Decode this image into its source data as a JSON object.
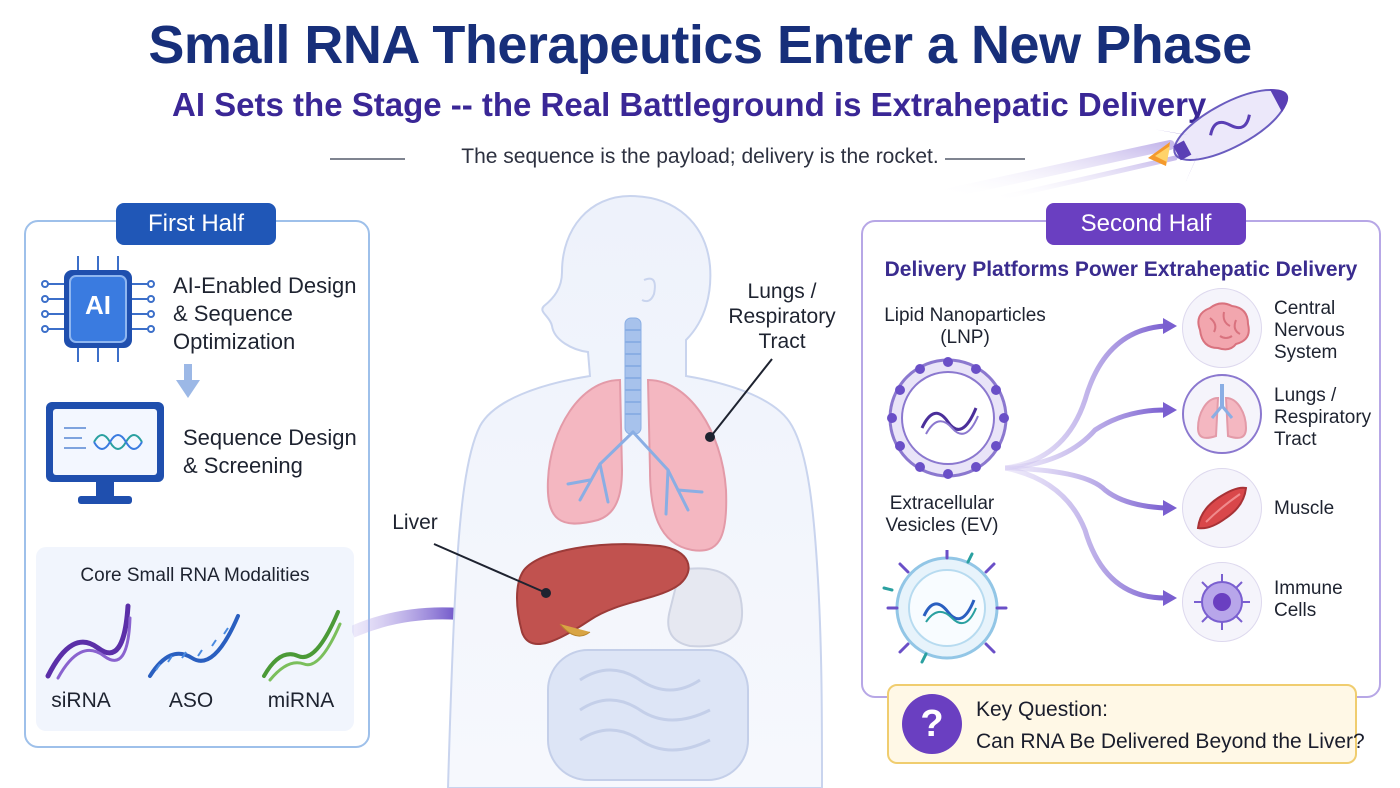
{
  "header": {
    "title": "Small RNA Therapeutics Enter a New Phase",
    "subtitle": "AI Sets the Stage -- the Real Battleground is Extrahepatic Delivery",
    "tagline": "The sequence is the payload; delivery is the rocket."
  },
  "first_half": {
    "badge": "First Half",
    "ai_chip_text": "AI",
    "steps": [
      {
        "label_lines": [
          "AI-Enabled Design",
          "& Sequence",
          "Optimization"
        ]
      },
      {
        "label_lines": [
          "Sequence Design",
          "& Screening"
        ]
      }
    ],
    "core": {
      "title": "Core Small RNA Modalities",
      "modalities": [
        "siRNA",
        "ASO",
        "miRNA"
      ]
    }
  },
  "center": {
    "lungs_label_lines": [
      "Lungs /",
      "Respiratory",
      "Tract"
    ],
    "liver_label": "Liver"
  },
  "second_half": {
    "badge": "Second Half",
    "title": "Delivery Platforms Power Extrahepatic Delivery",
    "platforms": [
      {
        "label_lines": [
          "Lipid Nanoparticles",
          "(LNP)"
        ]
      },
      {
        "label_lines": [
          "Extracellular",
          "Vesicles (EV)"
        ]
      }
    ],
    "targets": [
      {
        "label_lines": [
          "Central",
          "Nervous",
          "System"
        ],
        "icon": "brain-icon"
      },
      {
        "label_lines": [
          "Lungs /",
          "Respiratory",
          "Tract"
        ],
        "icon": "lungs-icon"
      },
      {
        "label_lines": [
          "Muscle"
        ],
        "icon": "muscle-icon"
      },
      {
        "label_lines": [
          "Immune",
          "Cells"
        ],
        "icon": "immune-cell-icon"
      }
    ]
  },
  "key_question": {
    "icon": "?",
    "title": "Key Question:",
    "text": "Can RNA Be Delivered Beyond the Liver?"
  },
  "colors": {
    "title": "#172f7a",
    "subtitle": "#3a2796",
    "first_half_accent": "#2057b7",
    "second_half_accent": "#6a3fc1",
    "key_question_bg": "#fff8e6"
  }
}
